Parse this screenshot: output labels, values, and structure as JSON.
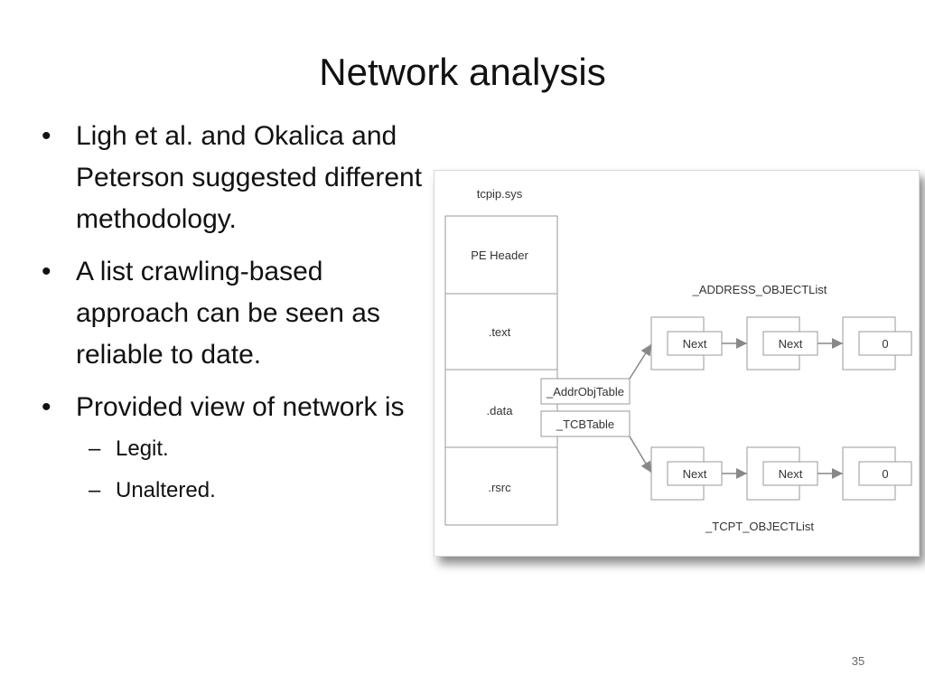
{
  "slide": {
    "title": "Network analysis",
    "number": "35"
  },
  "bullets": [
    {
      "text": "Ligh et al. and Okalica and Peterson suggested different methodology."
    },
    {
      "text": "A list crawling-based approach can be seen as reliable to date."
    },
    {
      "text": "Provided view of network is"
    }
  ],
  "sub_bullets": [
    {
      "text": "Legit."
    },
    {
      "text": "Unaltered."
    }
  ],
  "diagram": {
    "module_label": "tcpip.sys",
    "sections": [
      "PE Header",
      ".text",
      ".data",
      ".rsrc"
    ],
    "pointers": [
      "_AddrObjTable",
      "_TCBTable"
    ],
    "address_list_label": "_ADDRESS_OBJECTList",
    "tcb_list_label": "_TCPT_OBJECTList",
    "address_nodes": [
      "Next",
      "Next",
      "0"
    ],
    "tcb_nodes": [
      "Next",
      "Next",
      "0"
    ]
  }
}
